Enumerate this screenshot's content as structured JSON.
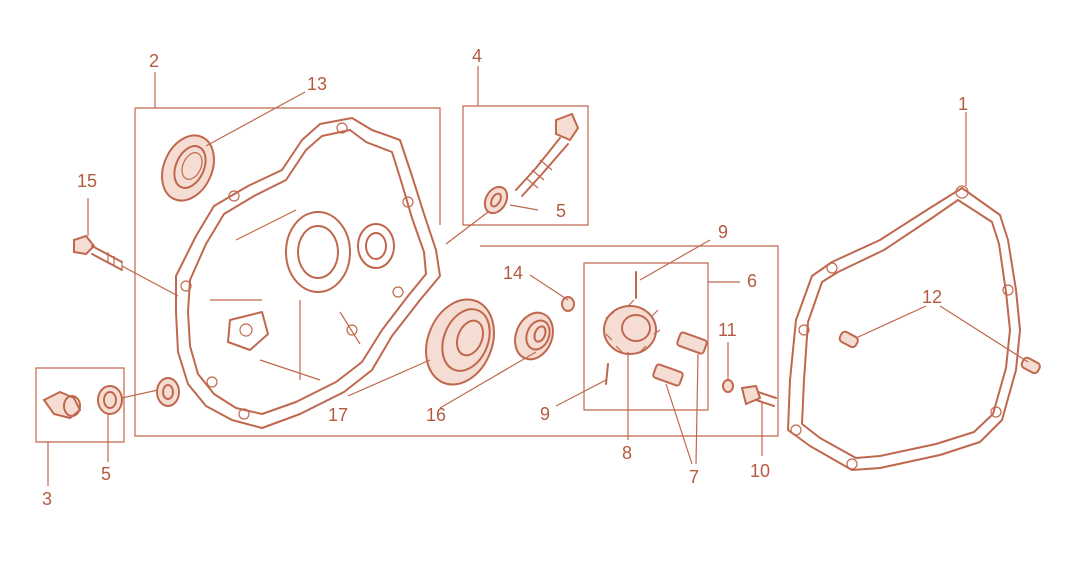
{
  "colors": {
    "line": "#c0684e",
    "label": "#b55a3f",
    "fill": "#f6ddd3",
    "background": "#ffffff"
  },
  "callouts": {
    "c1": "1",
    "c2": "2",
    "c3": "3",
    "c4": "4",
    "c5a": "5",
    "c5b": "5",
    "c6": "6",
    "c7": "7",
    "c8": "8",
    "c9a": "9",
    "c9b": "9",
    "c10": "10",
    "c11": "11",
    "c12": "12",
    "c13": "13",
    "c14": "14",
    "c15": "15",
    "c16": "16",
    "c17": "17"
  }
}
